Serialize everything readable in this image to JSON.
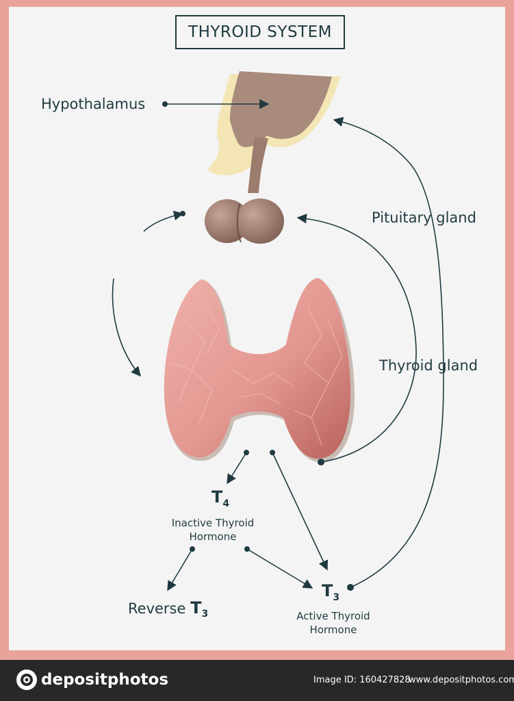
{
  "title": "THYROID SYSTEM",
  "labels": {
    "hypothalamus": "Hypothalamus",
    "pituitary": "Pituitary gland",
    "thyroid": "Thyroid gland",
    "t4_symbol": "T",
    "t4_sub": "4",
    "t4_desc_line1": "Inactive Thyroid",
    "t4_desc_line2": "Hormone",
    "t3_symbol": "T",
    "t3_sub": "3",
    "t3_desc_line1": "Active Thyroid",
    "t3_desc_line2": "Hormone",
    "reverse_text": "Reverse ",
    "reverse_symbol": "T",
    "reverse_sub": "3"
  },
  "footer": {
    "logo_text": "depositphotos",
    "image_id": "Image ID: 160427828",
    "url": "www.depositphotos.com"
  },
  "colors": {
    "ink": "#1f3a40",
    "border": "#e9a39b",
    "hypothalamus": "#a88b7c",
    "pituitary": "#9e7e70",
    "thyroid": "#e59a93",
    "cream": "#f3e6b4"
  }
}
